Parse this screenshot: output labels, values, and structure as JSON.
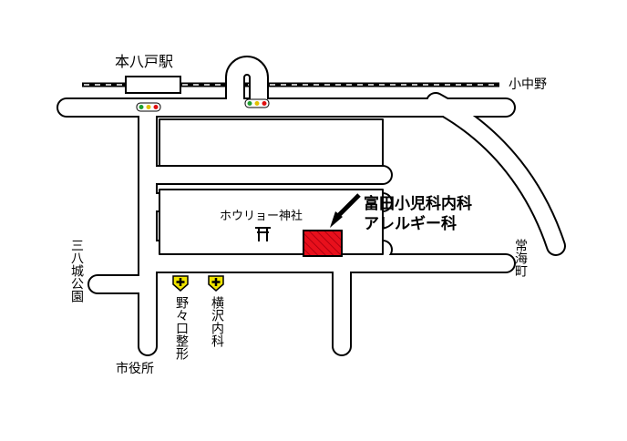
{
  "labels": {
    "station": "本八戸駅",
    "konakano": "小中野",
    "shrine": "ホウリョー神社",
    "clinic_name": "富田小児科内科",
    "clinic_dept": "アレルギー科",
    "jokai": "常海町",
    "sanhachi": "三八城公園",
    "nonoguchi": "野々口整形",
    "yokosawa": "横沢内科",
    "cityhall": "市役所"
  },
  "colors": {
    "road_outline": "#000000",
    "road_fill": "#ffffff",
    "target_fill": "#e8101c",
    "clinic_marker": "#f0e400"
  },
  "icons": {
    "shrine": "torii-icon",
    "clinic": "medical-cross-icon",
    "signal": "traffic-light-icon",
    "pointer": "arrow-icon"
  }
}
